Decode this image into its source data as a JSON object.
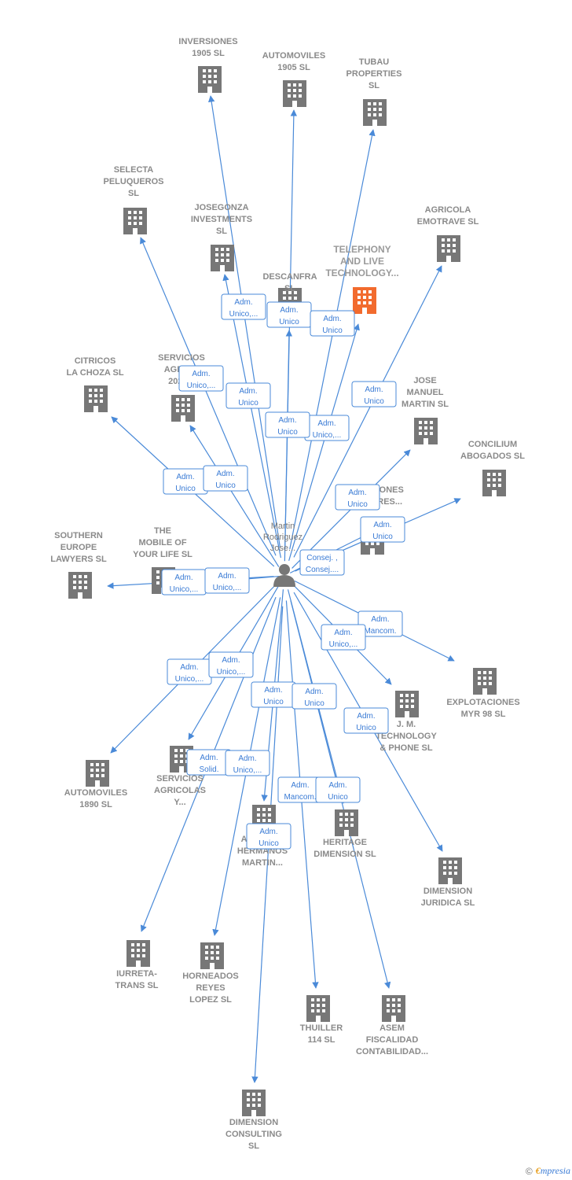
{
  "center": {
    "label_lines": [
      "Martin",
      "Rodriguez",
      "Jose..."
    ],
    "icon": "person-icon"
  },
  "colors": {
    "edge": "#4a8ad8",
    "building": "#777777",
    "highlight": "#f26b2e",
    "badge_text": "#3a7bd5",
    "label": "#8a8a8a"
  },
  "nodes": [
    {
      "id": "inversiones",
      "label_lines": [
        "INVERSIONES",
        "1905  SL"
      ],
      "badge": [
        "Adm.",
        "Unico,..."
      ]
    },
    {
      "id": "automoviles-1905",
      "label_lines": [
        "AUTOMOVILES",
        "1905  SL"
      ],
      "badge": [
        "Adm.",
        "Unico"
      ]
    },
    {
      "id": "tubau",
      "label_lines": [
        "TUBAU",
        "PROPERTIES",
        "SL"
      ],
      "badge": [
        "Adm.",
        "Unico,..."
      ]
    },
    {
      "id": "selecta",
      "label_lines": [
        "SELECTA",
        "PELUQUEROS",
        "SL"
      ],
      "badge": [
        "Adm.",
        "Unico,..."
      ]
    },
    {
      "id": "josegonza",
      "label_lines": [
        "JOSEGONZA",
        "INVESTMENTS",
        "SL"
      ],
      "badge": [
        "Adm.",
        "Unico"
      ]
    },
    {
      "id": "telephony",
      "label_lines": [
        "TELEPHONY",
        "AND LIVE",
        "TECHNOLOGY..."
      ],
      "badge": [
        "Adm.",
        "Unico"
      ],
      "highlight": true
    },
    {
      "id": "agricola",
      "label_lines": [
        "AGRICOLA",
        "EMOTRAVE  SL"
      ],
      "badge": [
        "Adm.",
        "Unico"
      ]
    },
    {
      "id": "descanfra",
      "label_lines": [
        "DESCANFRA",
        "SL"
      ],
      "badge": [
        "Adm.",
        "Unico"
      ]
    },
    {
      "id": "citricos",
      "label_lines": [
        "CITRICOS",
        "LA CHOZA  SL"
      ],
      "badge": [
        "Adm.",
        "Unico"
      ]
    },
    {
      "id": "servicios-agric-2020",
      "label_lines": [
        "SERVICIOS",
        "AGRIC...",
        "2020..."
      ],
      "badge": [
        "Adm.",
        "Unico"
      ]
    },
    {
      "id": "jose-manuel",
      "label_lines": [
        "JOSE",
        "MANUEL",
        "MARTIN  SL"
      ],
      "badge": [
        "Adm.",
        "Unico"
      ]
    },
    {
      "id": "concilium",
      "label_lines": [
        "CONCILIUM",
        "ABOGADOS  SL"
      ],
      "badge": [
        "Adm.",
        "Unico"
      ]
    },
    {
      "id": "promociones",
      "label_lines": [
        "PROMOCIONES",
        "ALQUILERES..."
      ],
      "badge": [
        "Consej. ,",
        "Consej...."
      ]
    },
    {
      "id": "southern",
      "label_lines": [
        "SOUTHERN",
        "EUROPE",
        "LAWYERS SL"
      ],
      "badge": [
        "Adm.",
        "Unico,..."
      ]
    },
    {
      "id": "mobile",
      "label_lines": [
        "THE",
        "MOBILE OF",
        "YOUR LIFE  SL"
      ],
      "badge": [
        "Adm.",
        "Unico,..."
      ]
    },
    {
      "id": "explotaciones",
      "label_lines": [
        "EXPLOTACIONES",
        "MYR 98 SL"
      ],
      "badge": [
        "Adm.",
        "Mancom."
      ]
    },
    {
      "id": "jm-technology",
      "label_lines": [
        "J.  M.",
        "TECHNOLOGY",
        "& PHONE  SL"
      ],
      "badge": [
        "Adm.",
        "Unico,..."
      ]
    },
    {
      "id": "automoviles-1890",
      "label_lines": [
        "AUTOMOVILES",
        "1890  SL"
      ],
      "badge": [
        "Adm.",
        "Unico,..."
      ]
    },
    {
      "id": "servicios-agricolas-y",
      "label_lines": [
        "SERVICIOS",
        "AGRICOLAS",
        "Y..."
      ],
      "badge": [
        "Adm.",
        "Unico,..."
      ]
    },
    {
      "id": "dimension-juridica",
      "label_lines": [
        "DIMENSION",
        "JURIDICA SL"
      ],
      "badge": [
        "Adm.",
        "Unico"
      ]
    },
    {
      "id": "autocar",
      "label_lines": [
        "AUTOCAR",
        "HERMANOS",
        "MARTIN..."
      ],
      "badge": [
        "Adm.",
        "Unico"
      ]
    },
    {
      "id": "heritage",
      "label_lines": [
        "HERITAGE",
        "DIMENSION  SL"
      ],
      "badge": [
        "Adm.",
        "Unico"
      ]
    },
    {
      "id": "iurreta",
      "label_lines": [
        "IURRETA-",
        "TRANS  SL"
      ],
      "badge": [
        "Adm.",
        "Solid."
      ]
    },
    {
      "id": "horneados",
      "label_lines": [
        "HORNEADOS",
        "REYES",
        "LOPEZ  SL"
      ],
      "badge": [
        "Adm.",
        "Unico,..."
      ]
    },
    {
      "id": "thuiller",
      "label_lines": [
        "THUILLER",
        "114 SL"
      ],
      "badge": [
        "Adm.",
        "Mancom."
      ]
    },
    {
      "id": "asem",
      "label_lines": [
        "ASEM",
        "FISCALIDAD",
        "CONTABILIDAD..."
      ],
      "badge": [
        "Adm.",
        "Unico"
      ]
    },
    {
      "id": "dimension-consulting",
      "label_lines": [
        "DIMENSION",
        "CONSULTING",
        "SL"
      ],
      "badge": [
        "Adm.",
        "Unico"
      ]
    }
  ],
  "footer": {
    "copyright": "©",
    "brand_first": "€",
    "brand_rest": "mpresia"
  }
}
